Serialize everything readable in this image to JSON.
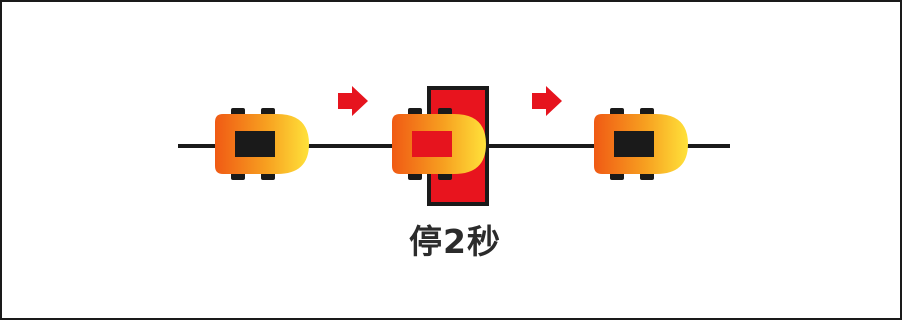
{
  "caption": "停2秒",
  "colors": {
    "track": "#1a1a1a",
    "arrow": "#e6141e",
    "stop_zone_fill": "#e8141e",
    "stop_zone_border": "#1a1a1a",
    "car_body_light": "#ffe23a",
    "car_body_dark": "#f05a14",
    "car_cabin": "#1a1a1a",
    "car_cabin_in_zone": "#e6141e",
    "wheel": "#1a1a1a"
  },
  "cars": [
    {
      "id": "car-start",
      "state": "moving"
    },
    {
      "id": "car-stopped",
      "state": "stopped-in-zone"
    },
    {
      "id": "car-end",
      "state": "moving"
    }
  ]
}
